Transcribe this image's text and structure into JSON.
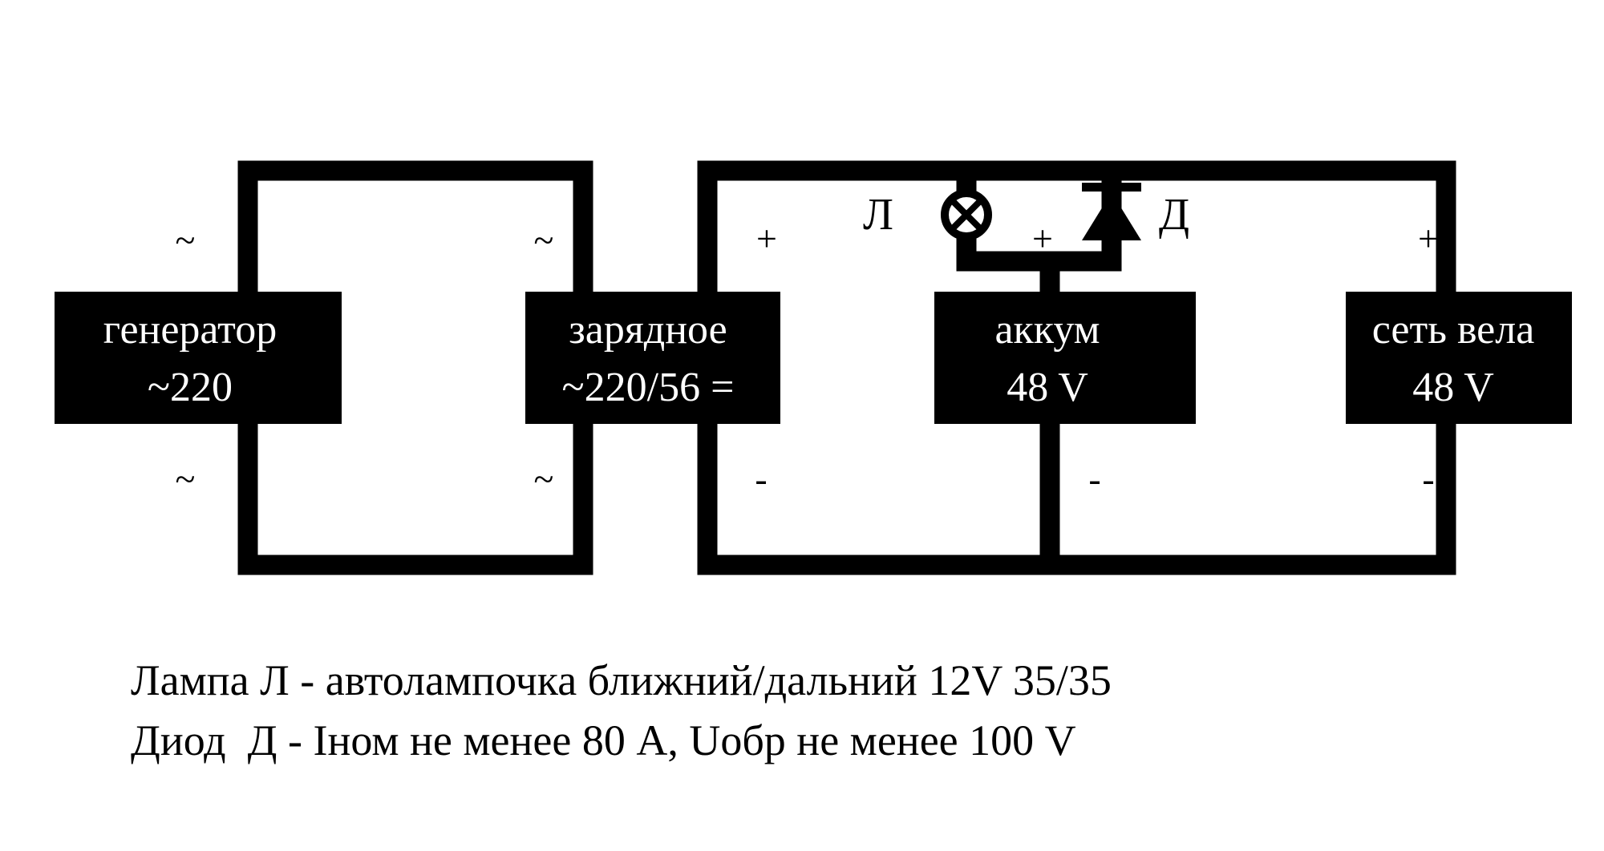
{
  "blocks": {
    "generator": {
      "line1": "генератор",
      "line2": "~220"
    },
    "charger": {
      "line1": "зарядное",
      "line2": "~220/56 ="
    },
    "battery": {
      "line1": "аккум",
      "line2": "48 V"
    },
    "bike_network": {
      "line1": "сеть вела",
      "line2": "48 V"
    }
  },
  "terminals": {
    "ac": "~",
    "plus": "+",
    "minus": "-"
  },
  "components": {
    "lamp_label": "Л",
    "diode_label": "Д"
  },
  "notes": [
    "Лампа Л - автолампочка ближний/дальний 12V 35/35",
    "Диод  Д - Iном не менее 80 А, Uобр не менее 100 V"
  ]
}
